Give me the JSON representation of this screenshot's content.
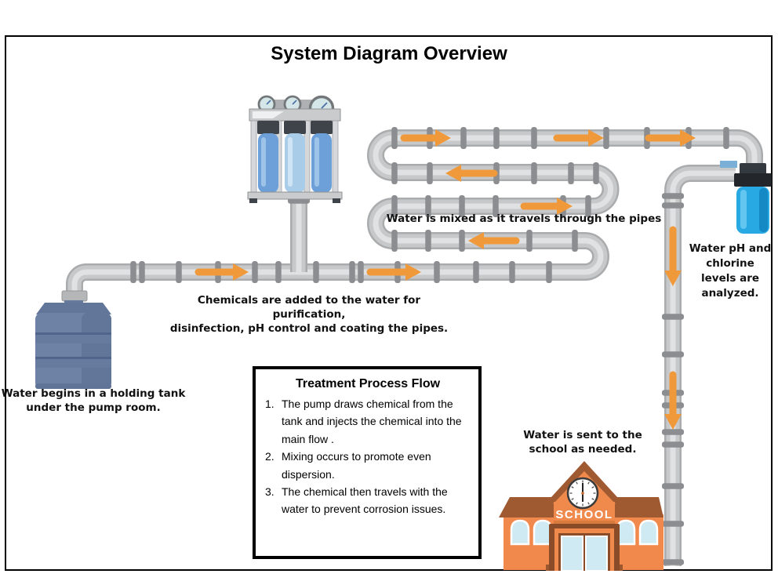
{
  "title": "System Diagram Overview",
  "labels": {
    "chemicals": "Chemicals are added to the water for purification,\ndisinfection, pH control and coating the pipes.",
    "mixing": "Water is mixed as it travels through the pipes",
    "holding_tank": "Water begins in a holding tank\nunder the pump room.",
    "analyzer": "Water pH and\nchlorine\nlevels are\nanalyzed.",
    "school_supply": "Water is sent to the\nschool as needed."
  },
  "treatment_box": {
    "title": "Treatment Process Flow",
    "items": [
      {
        "num": "1.",
        "text": "The pump draws chemical from the tank and injects the chemical into the main flow ."
      },
      {
        "num": "2.",
        "text": "Mixing occurs to promote even dispersion."
      },
      {
        "num": "3.",
        "text": "The chemical then travels with the water to prevent corrosion issues."
      }
    ]
  },
  "school": {
    "sign": "SCHOOL"
  },
  "icons": {
    "holding_tank": "holding-tank-icon",
    "filter_unit": "triple-filter-unit-icon",
    "analyzer_filter": "blue-filter-cartridge-icon",
    "school_building": "school-building-icon",
    "flow_arrow": "orange-flow-arrow-icon"
  },
  "colors": {
    "arrow_orange": "#f0993a",
    "pipe_gray": "#c7c8c9",
    "coupling_gray": "#8b8d90",
    "tank_blue": "#6e82a6",
    "filter_cartridge_blue": "#6d9fd8",
    "analyzer_blue": "#29a9e4",
    "school_orange": "#f0894b",
    "roof_brown": "#a05a31",
    "glass_blue": "#cfeaf3"
  }
}
